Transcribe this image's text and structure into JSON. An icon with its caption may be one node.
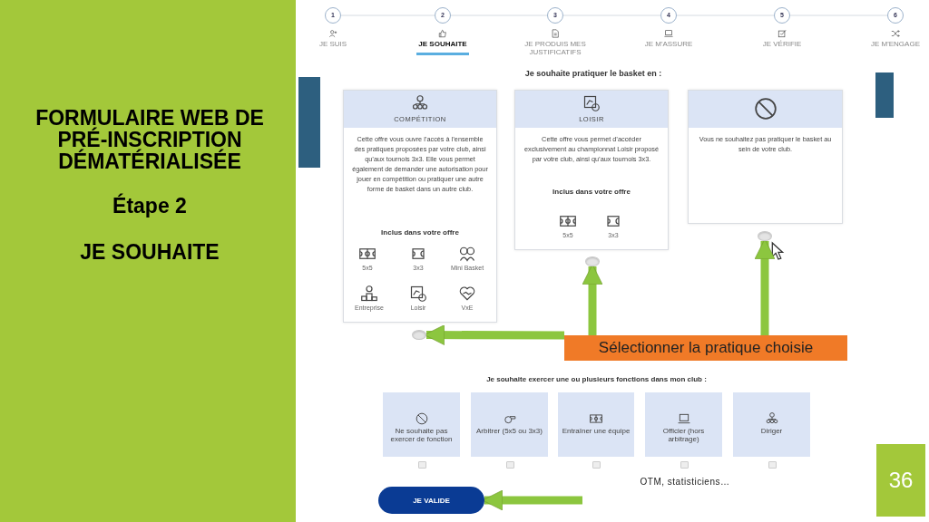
{
  "diagram": {
    "nodes": [
      {
        "text": [
          "FORMULAIRE WEB DE PRÉ-INSCRIPTION DÉMATÉRIALISÉE",
          "Étape 2",
          "JE SOUHAITE"
        ]
      },
      {
        "text": [
          "1"
        ],
        "beside": [
          "JE SUIS"
        ]
      },
      {
        "text": [
          "2"
        ],
        "beside": [
          "JE SOUHAITE"
        ]
      },
      {
        "text": [
          "3"
        ],
        "beside": [
          "JE PRODUIS MES JUSTIFICATIFS"
        ]
      },
      {
        "text": [
          "4"
        ],
        "beside": [
          "JE M'ASSURE"
        ]
      },
      {
        "text": [
          "5"
        ],
        "beside": [
          "JE VÉRIFIE"
        ]
      },
      {
        "text": [
          "6"
        ],
        "beside": [
          "JE M'ENGAGE"
        ]
      },
      {
        "text": [
          "COMPÉTITION",
          "Cette offre vous ouvre l’accès à l’ensemble des pratiques proposées par votre club, ainsi qu’aux tournois 3x3. Elle vous permet également de demander une autorisation pour jouer en compétition ou pratiquer une autre forme de basket dans un autre club.",
          "Inclus dans votre offre"
        ]
      },
      {
        "text": [
          "5x5"
        ],
        "in": 7
      },
      {
        "text": [
          "3x3"
        ],
        "in": 7
      },
      {
        "text": [
          "Mini Basket"
        ],
        "in": 7
      },
      {
        "text": [
          "Entreprise"
        ],
        "in": 7
      },
      {
        "text": [
          "Loisir"
        ],
        "in": 7
      },
      {
        "text": [
          "VxE"
        ],
        "in": 7
      },
      {
        "text": [
          "LOISIR",
          "Cette offre vous permet d’accéder exclusivement au championnat Loisir proposé par votre club, ainsi qu’aux tournois 3x3.",
          "Inclus dans votre offre"
        ]
      },
      {
        "text": [
          "5x5"
        ],
        "in": 14
      },
      {
        "text": [
          "3x3"
        ],
        "in": 14
      },
      {
        "text": [
          "Vous ne souhaitez pas pratiquer le basket au sein de votre club."
        ]
      },
      {
        "text": [],
        "shape": "circle"
      },
      {
        "text": [],
        "shape": "circle"
      },
      {
        "text": [],
        "shape": "circle"
      },
      {
        "text": [
          "Sélectionner la pratique choisie"
        ]
      },
      {
        "text": [
          "Ne souhaite pas exercer de fonction"
        ]
      },
      {
        "text": [
          "Arbitrer (5x5 ou 3x3)"
        ]
      },
      {
        "text": [
          "Entraîner une équipe"
        ]
      },
      {
        "text": [
          "Officier (hors arbitrage)"
        ]
      },
      {
        "text": [
          "Diriger"
        ]
      },
      {
        "text": [
          "JE VALIDE"
        ]
      }
    ],
    "edges": [
      {
        "from": 1,
        "to": 2,
        "arrow": "none"
      },
      {
        "from": 2,
        "to": 3,
        "arrow": "none"
      },
      {
        "from": 3,
        "to": 4,
        "arrow": "none"
      },
      {
        "from": 4,
        "to": 5,
        "arrow": "none"
      },
      {
        "from": 5,
        "to": 6,
        "arrow": "none"
      },
      {
        "from": 21,
        "to": 18,
        "arrow": "to",
        "style": "thick",
        "color": "#8cc63f"
      },
      {
        "from": 21,
        "to": 19,
        "arrow": "to",
        "style": "thick",
        "color": "#8cc63f"
      },
      {
        "from": 21,
        "to": 20,
        "arrow": "to",
        "style": "thick",
        "color": "#8cc63f"
      },
      {
        "from": null,
        "to": 27,
        "arrow": "to",
        "style": "thick",
        "color": "#8cc63f"
      }
    ],
    "labels": [
      "Je souhaite pratiquer le basket en :",
      "Je souhaite exercer une ou plusieurs fonctions dans mon club :",
      "OTM, statisticiens…",
      "36"
    ]
  }
}
